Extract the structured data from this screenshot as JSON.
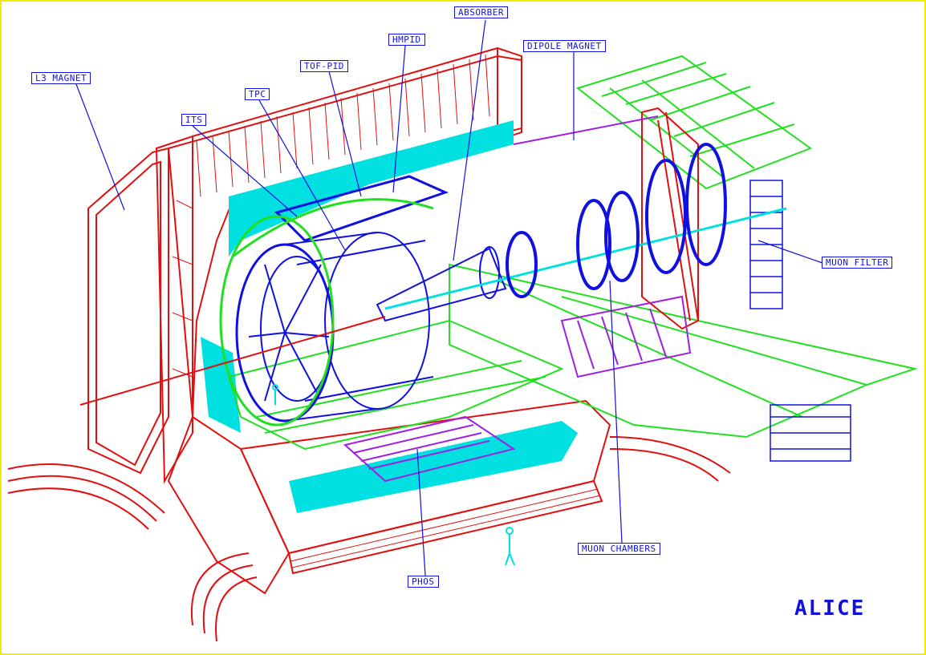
{
  "title": "ALICE",
  "labels": {
    "l3_magnet": "L3 MAGNET",
    "its": "ITS",
    "tpc": "TPC",
    "tof_pid": "TOF-PID",
    "hmpid": "HMPID",
    "absorber": "ABSORBER",
    "dipole_magnet": "DIPOLE MAGNET",
    "muon_filter": "MUON FILTER",
    "muon_chambers": "MUON CHAMBERS",
    "phos": "PHOS"
  },
  "colors": {
    "magnet": "#e01010",
    "labels": "#1010e0",
    "support": "#20e020",
    "tpc_fill": "#00e0e0",
    "phos": "#a020e0",
    "border": "#f2ea00"
  }
}
